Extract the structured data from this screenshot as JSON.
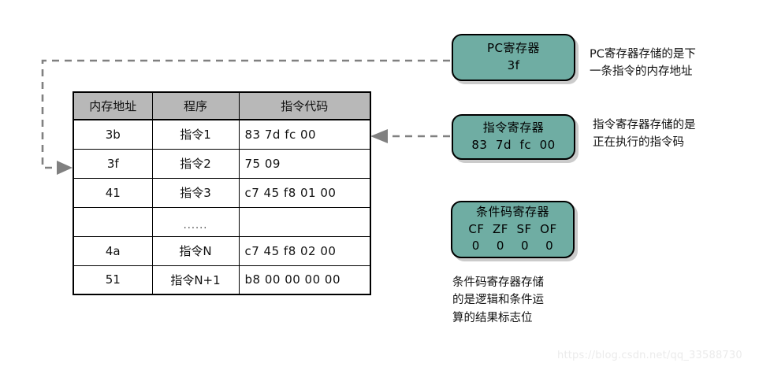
{
  "diagram": {
    "title_hidden": "",
    "background_color": "#ffffff",
    "accent_color": "#6fada3",
    "header_fill": "#b8b8b8",
    "connector_color": "#808080"
  },
  "memory_table": {
    "columns": [
      "内存地址",
      "程序",
      "指令代码"
    ],
    "rows": [
      {
        "address": "3b",
        "program": "指令1",
        "code": "83  7d  fc  00"
      },
      {
        "address": "3f",
        "program": "指令2",
        "code": "75 09"
      },
      {
        "address": "41",
        "program": "指令3",
        "code": "c7  45  f8  01  00"
      },
      {
        "address": "",
        "program": "......",
        "code": ""
      },
      {
        "address": "4a",
        "program": "指令N",
        "code": "c7  45  f8  02  00"
      },
      {
        "address": "51",
        "program": "指令N+1",
        "code": "b8  00  00  00  00"
      }
    ]
  },
  "registers": {
    "pc": {
      "name": "PC寄存器",
      "value": "3f",
      "caption": "PC寄存器存储的是下\n一条指令的内存地址"
    },
    "instruction": {
      "name": "指令寄存器",
      "value": "83  7d  fc  00",
      "caption": "指令寄存器存储的是\n正在执行的指令码"
    },
    "condition_code": {
      "name": "条件码寄存器",
      "flags": "CF  ZF  SF  OF",
      "values": "0    0    0    0",
      "caption": "条件码寄存器存储\n的是逻辑和条件运\n算的结果标志位"
    }
  },
  "watermark": {
    "text": "https://blog.csdn.net/qq_33588730"
  }
}
